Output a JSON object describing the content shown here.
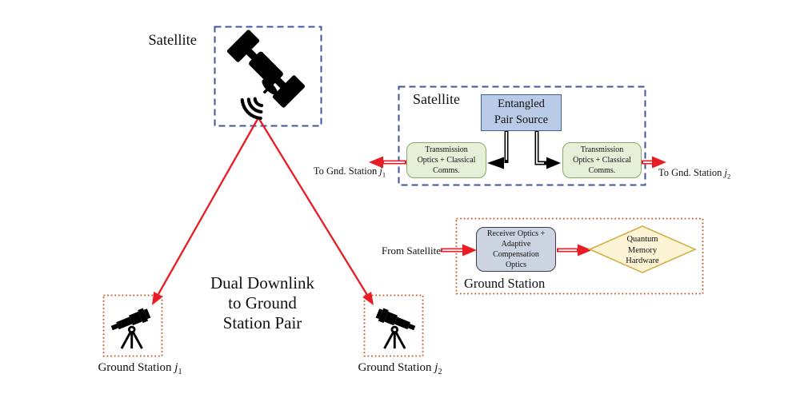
{
  "colors": {
    "red_beam": "#e81c24",
    "dashed_blue": "#45539e",
    "dotted_orange": "#c25a28",
    "eps_fill": "#b9cbe6",
    "eps_border": "#3f5f9e",
    "green_fill": "#e6f0d8",
    "green_border": "#8aa86a",
    "receiver_fill": "#ccd3e1",
    "receiver_border": "#3c3c44",
    "diamond_fill": "#fdf4d5",
    "diamond_border": "#d4af45",
    "icon_black": "#000000"
  },
  "left": {
    "satellite_label": "Satellite",
    "caption": "Dual Downlink\nto Ground\nStation Pair",
    "gs1": {
      "prefix": "Ground Station ",
      "var": "j",
      "sub": "1"
    },
    "gs2": {
      "prefix": "Ground Station ",
      "var": "j",
      "sub": "2"
    }
  },
  "satellite_detail": {
    "title": "Satellite",
    "source_box": "Entangled\nPair Source",
    "tx_left": "Transmission\nOptics + Classical\nComms.",
    "tx_right": "Transmission\nOptics + Classical\nComms.",
    "to_gs1": {
      "prefix": "To Gnd. Station ",
      "var": "j",
      "sub": "1"
    },
    "to_gs2": {
      "prefix": "To Gnd. Station ",
      "var": "j",
      "sub": "2"
    }
  },
  "ground_detail": {
    "title": "Ground Station",
    "from_label": "From Satellite",
    "receiver_box": "Receiver Optics +\nAdaptive\nCompensation\nOptics",
    "memory_diamond": "Quantum\nMemory\nHardware"
  }
}
